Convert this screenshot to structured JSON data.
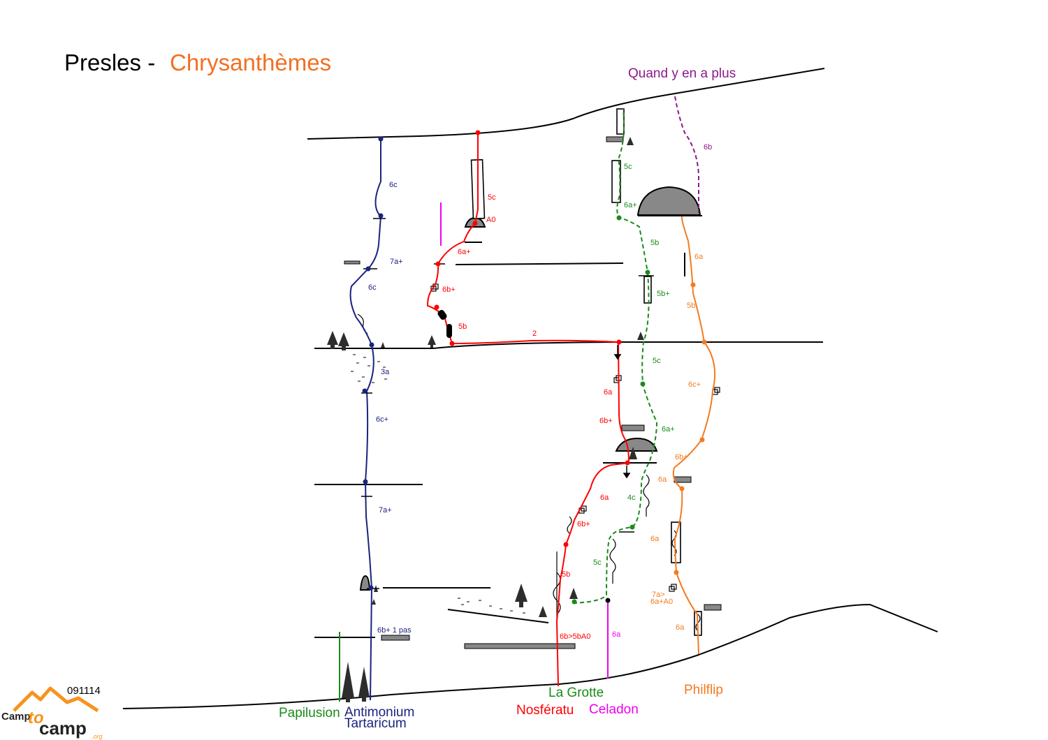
{
  "title": {
    "area": "Presles -",
    "sector": "Chrysanthèmes",
    "sector_color": "#f36f21"
  },
  "date_code": "091114",
  "logo": {
    "text_top": "Camp",
    "text_mid": "to",
    "text_bottom": "camp",
    "suffix": ".org",
    "color_orange": "#f7931e"
  },
  "colors": {
    "antimonium": "#1a237e",
    "nosferatu": "#ff0000",
    "la_grotte": "#1a8a1a",
    "celadon": "#ee00ee",
    "philflip": "#f47a20",
    "quand": "#8b1a8b",
    "papilusion": "#1a8a1a"
  },
  "routes": {
    "quand": "Quand y en a plus",
    "papilusion": "Papilusion",
    "antimonium_1": "Antimonium",
    "antimonium_2": "Tartaricum",
    "la_grotte": "La Grotte",
    "nosferatu": "Nosfératu",
    "celadon": "Celadon",
    "philflip": "Philflip"
  },
  "grades": {
    "blue": [
      "6c",
      "7a+",
      "6c",
      "3a",
      "6c+",
      "7a+",
      "6b+ 1 pas"
    ],
    "red": [
      "5c",
      "A0",
      "6a+",
      "6b+",
      "5b",
      "2",
      "6a",
      "6b+",
      "6a",
      "6b+",
      "5b",
      "6b>5bA0"
    ],
    "green": [
      "5c",
      "6a+",
      "5b",
      "5b+",
      "5c",
      "6a+",
      "4c",
      "5c"
    ],
    "purple": [
      "6b"
    ],
    "orange": [
      "6a",
      "5b",
      "6c+",
      "6b+",
      "6a",
      "6a",
      "7a>",
      "6a+A0",
      "6a"
    ],
    "magenta": [
      "6a"
    ]
  }
}
